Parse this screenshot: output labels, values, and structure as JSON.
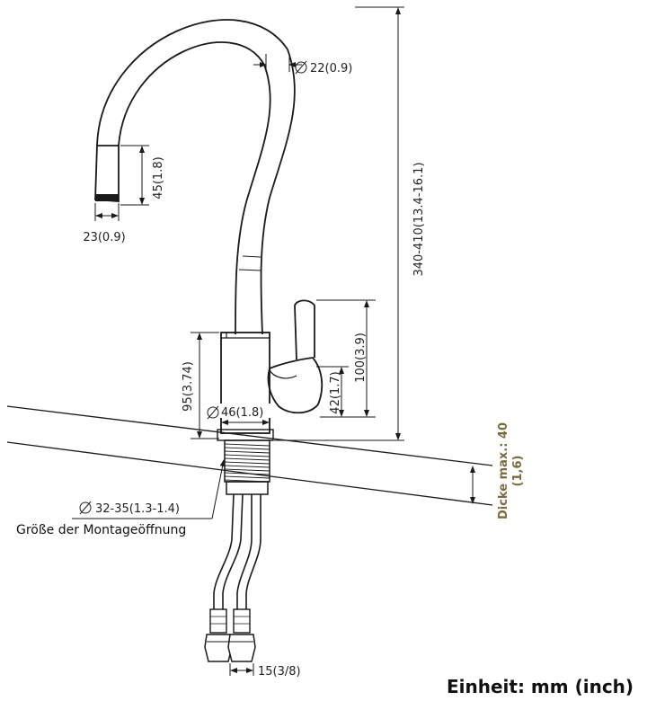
{
  "dimensions": {
    "spout_diameter": "22(0.9)",
    "spray_head_length": "45(1.8)",
    "spray_head_width": "23(0.9)",
    "total_height": "340-410(13.4-16.1)",
    "lever_height": "100(3.9)",
    "lever_base": "42(1.7)",
    "body_height": "95(3.74)",
    "body_diameter": "46(1.8)",
    "mounting_hole": "32-35(1.3-1.4)",
    "connector": "15(3/8)"
  },
  "labels": {
    "mounting_hole_caption": "Größe der Montageöffnung",
    "thickness_line1": "Dicke max.: 40",
    "thickness_line2": "(1,6)",
    "unit": "Einheit: mm (inch)"
  },
  "colors": {
    "thickness_text": "#7a6a3e",
    "line": "#1a1a1a"
  },
  "icons": {
    "diameter": "diameter-symbol"
  }
}
